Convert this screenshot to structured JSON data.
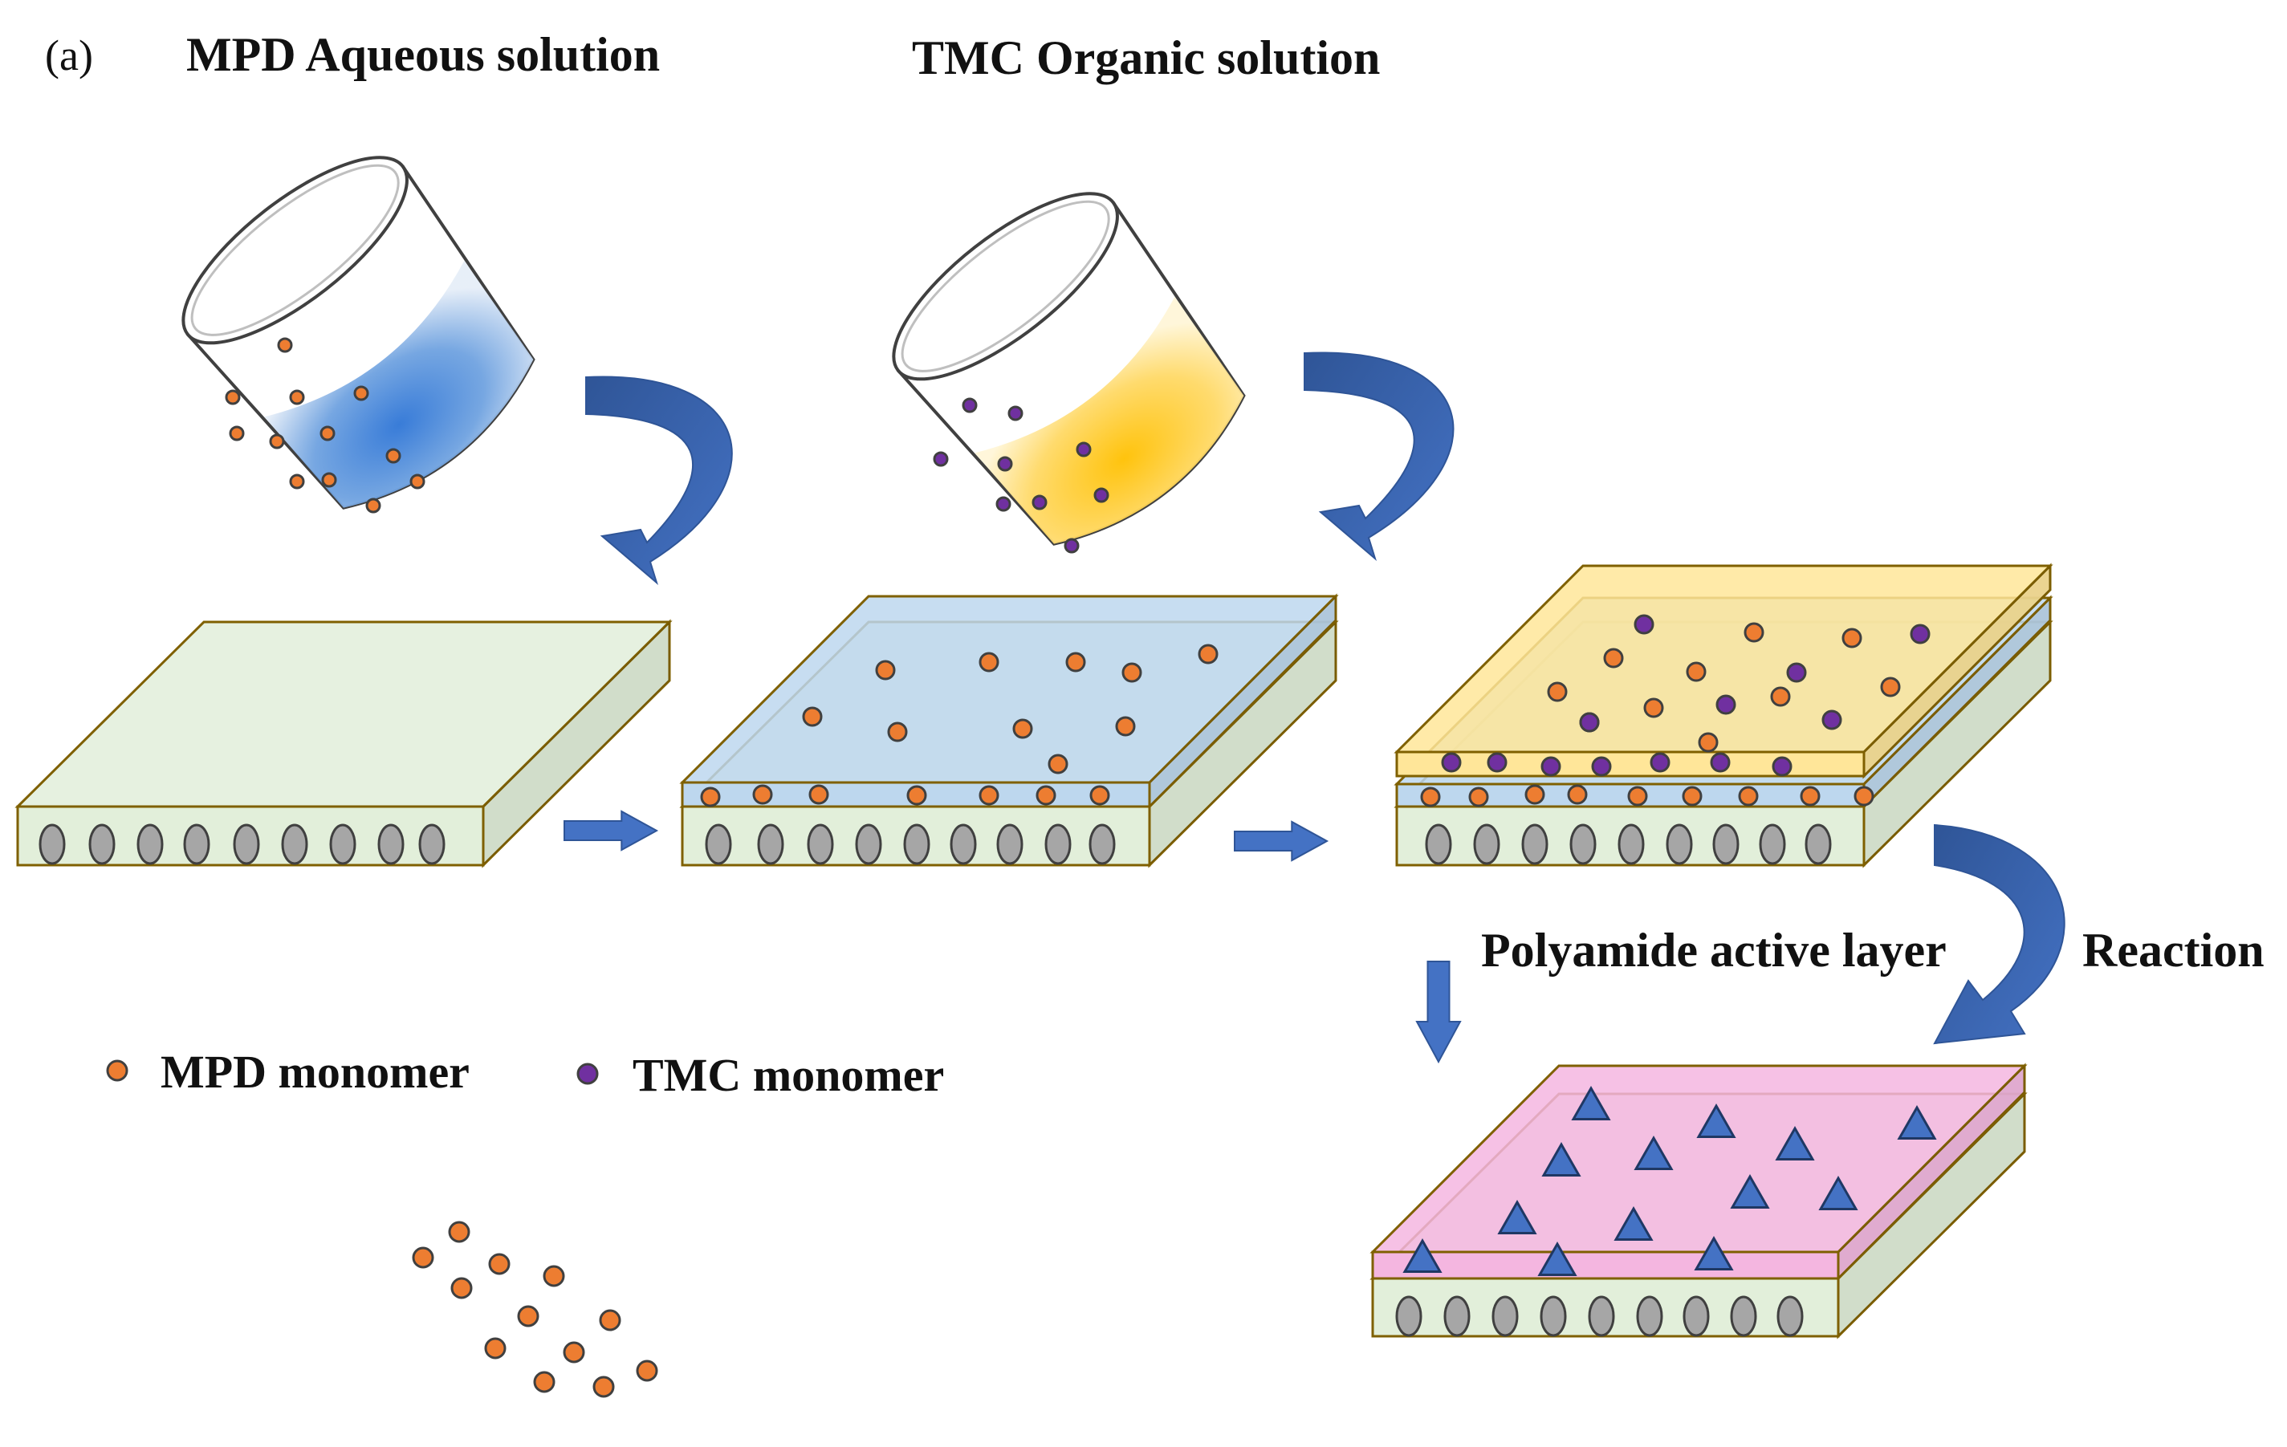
{
  "labels": {
    "panel": "(a)",
    "mpd_solution": "MPD Aqueous solution",
    "tmc_solution": "TMC Organic solution",
    "polyamide": "Polyamide active layer",
    "reaction": "Reaction",
    "legend_mpd": "MPD monomer",
    "legend_tmc": "TMC monomer"
  },
  "colors": {
    "mpd_monomer": "#ED7D31",
    "tmc_monomer": "#7030A0",
    "arrow": "#4472C4",
    "support": "#E2EFDA",
    "aqueous": "#BDD7EE",
    "organic": "#FFE699",
    "polyamide": "#F4B6E0",
    "pore": "#A6A6A6"
  }
}
